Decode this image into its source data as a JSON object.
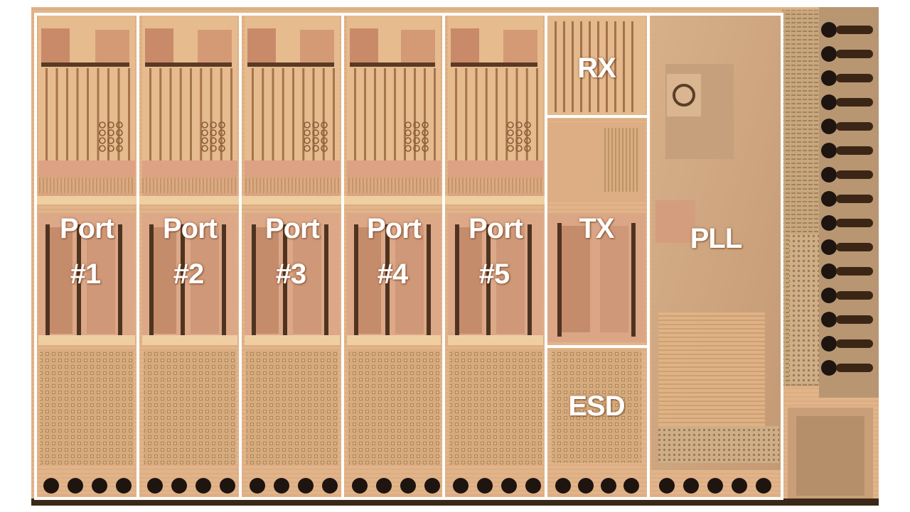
{
  "image": {
    "description_labels": {
      "ports": [
        {
          "line1": "Port",
          "line2": "#1"
        },
        {
          "line1": "Port",
          "line2": "#2"
        },
        {
          "line1": "Port",
          "line2": "#3"
        },
        {
          "line1": "Port",
          "line2": "#4"
        },
        {
          "line1": "Port",
          "line2": "#5"
        }
      ],
      "rx": "RX",
      "tx": "TX",
      "esd": "ESD",
      "pll": "PLL"
    }
  },
  "colors": {
    "die_base": "#e2b48a",
    "die_dark": "#b88358",
    "metal_light": "#f3d6a4",
    "metal_dark": "#8e5a33",
    "pad": "#1e1410",
    "grid": "#c89a6a",
    "outline": "#ffffff",
    "background": "#ffffff"
  }
}
